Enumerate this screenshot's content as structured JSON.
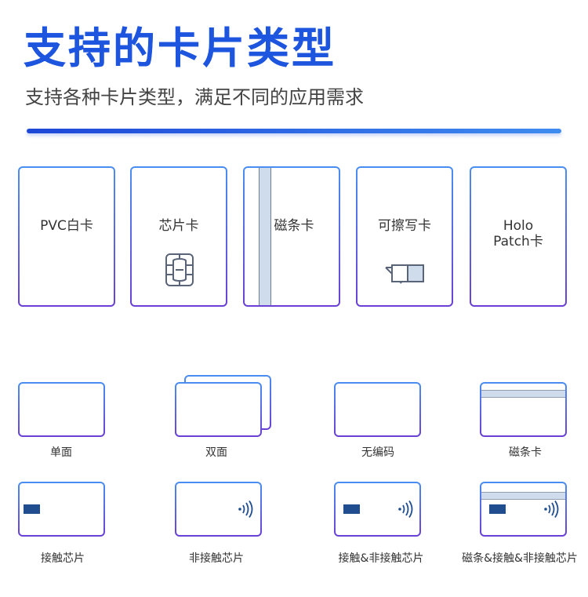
{
  "header": {
    "title": "支持的卡片类型",
    "subtitle": "支持各种卡片类型，满足不同的应用需求"
  },
  "card_types": [
    {
      "label": "PVC白卡"
    },
    {
      "label": "芯片卡"
    },
    {
      "label": "磁条卡"
    },
    {
      "label": "可擦写卡"
    },
    {
      "label_line1": "Holo",
      "label_line2": "Patch卡"
    }
  ],
  "variants_row1": [
    {
      "label": "单面"
    },
    {
      "label": "双面"
    },
    {
      "label": "无编码"
    },
    {
      "label": "磁条卡"
    }
  ],
  "variants_row2": [
    {
      "label": "接触芯片"
    },
    {
      "label": "非接触芯片"
    },
    {
      "label": "接触&非接触芯片"
    },
    {
      "label": "磁条&接触&非接触芯片"
    }
  ],
  "colors": {
    "title_blue": "#1d55df",
    "card_border_top": "#4a8ef2",
    "card_border_bottom": "#6a3fd6",
    "stripe": "#cfdcec",
    "chip_pad": "#1f4d8f"
  },
  "icons": [
    "chip-icon",
    "eraser-icon",
    "magnetic-stripe-icon",
    "nfc-icon"
  ]
}
